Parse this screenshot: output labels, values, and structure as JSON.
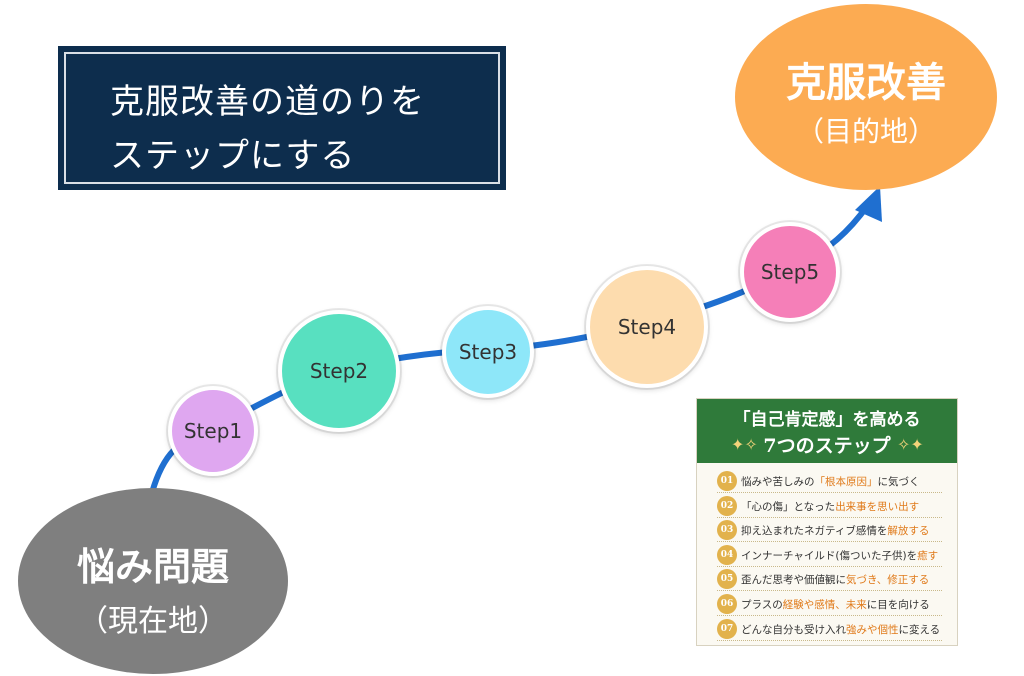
{
  "title": {
    "line1": "克服改善の道のりを",
    "line2": "ステップにする"
  },
  "start": {
    "main": "悩み問題",
    "sub": "（現在地）",
    "color": "#7f7f7f"
  },
  "goal": {
    "main": "克服改善",
    "sub": "（目的地）",
    "color": "#fcab52"
  },
  "steps": [
    {
      "label": "Step1",
      "color": "#dfa7f0"
    },
    {
      "label": "Step2",
      "color": "#58e0c0"
    },
    {
      "label": "Step3",
      "color": "#8ee7f9"
    },
    {
      "label": "Step4",
      "color": "#fddcae"
    },
    {
      "label": "Step5",
      "color": "#f57fb8"
    }
  ],
  "path_color": "#1f6fd0",
  "card": {
    "title": "「自己肯定感」を高める",
    "subtitle": "7つのステップ",
    "items": [
      {
        "num": "01",
        "parts": [
          [
            "悩みや苦しみの",
            false
          ],
          [
            "「根本原因」",
            true
          ],
          [
            "に気づく",
            false
          ]
        ]
      },
      {
        "num": "02",
        "parts": [
          [
            "「心の傷」となった",
            false
          ],
          [
            "出来事を思い出す",
            true
          ]
        ]
      },
      {
        "num": "03",
        "parts": [
          [
            "抑え込まれたネガティブ感情を",
            false
          ],
          [
            "解放する",
            true
          ]
        ]
      },
      {
        "num": "04",
        "parts": [
          [
            "インナーチャイルド(傷ついた子供)を",
            false
          ],
          [
            "癒す",
            true
          ]
        ]
      },
      {
        "num": "05",
        "parts": [
          [
            "歪んだ思考や価値観に",
            false
          ],
          [
            "気づき、修正する",
            true
          ]
        ]
      },
      {
        "num": "06",
        "parts": [
          [
            "プラスの",
            false
          ],
          [
            "経験や感情、未来",
            true
          ],
          [
            "に目を向ける",
            false
          ]
        ]
      },
      {
        "num": "07",
        "parts": [
          [
            "どんな自分も受け入れ",
            false
          ],
          [
            "強みや個性",
            true
          ],
          [
            "に変える",
            false
          ]
        ]
      }
    ]
  }
}
